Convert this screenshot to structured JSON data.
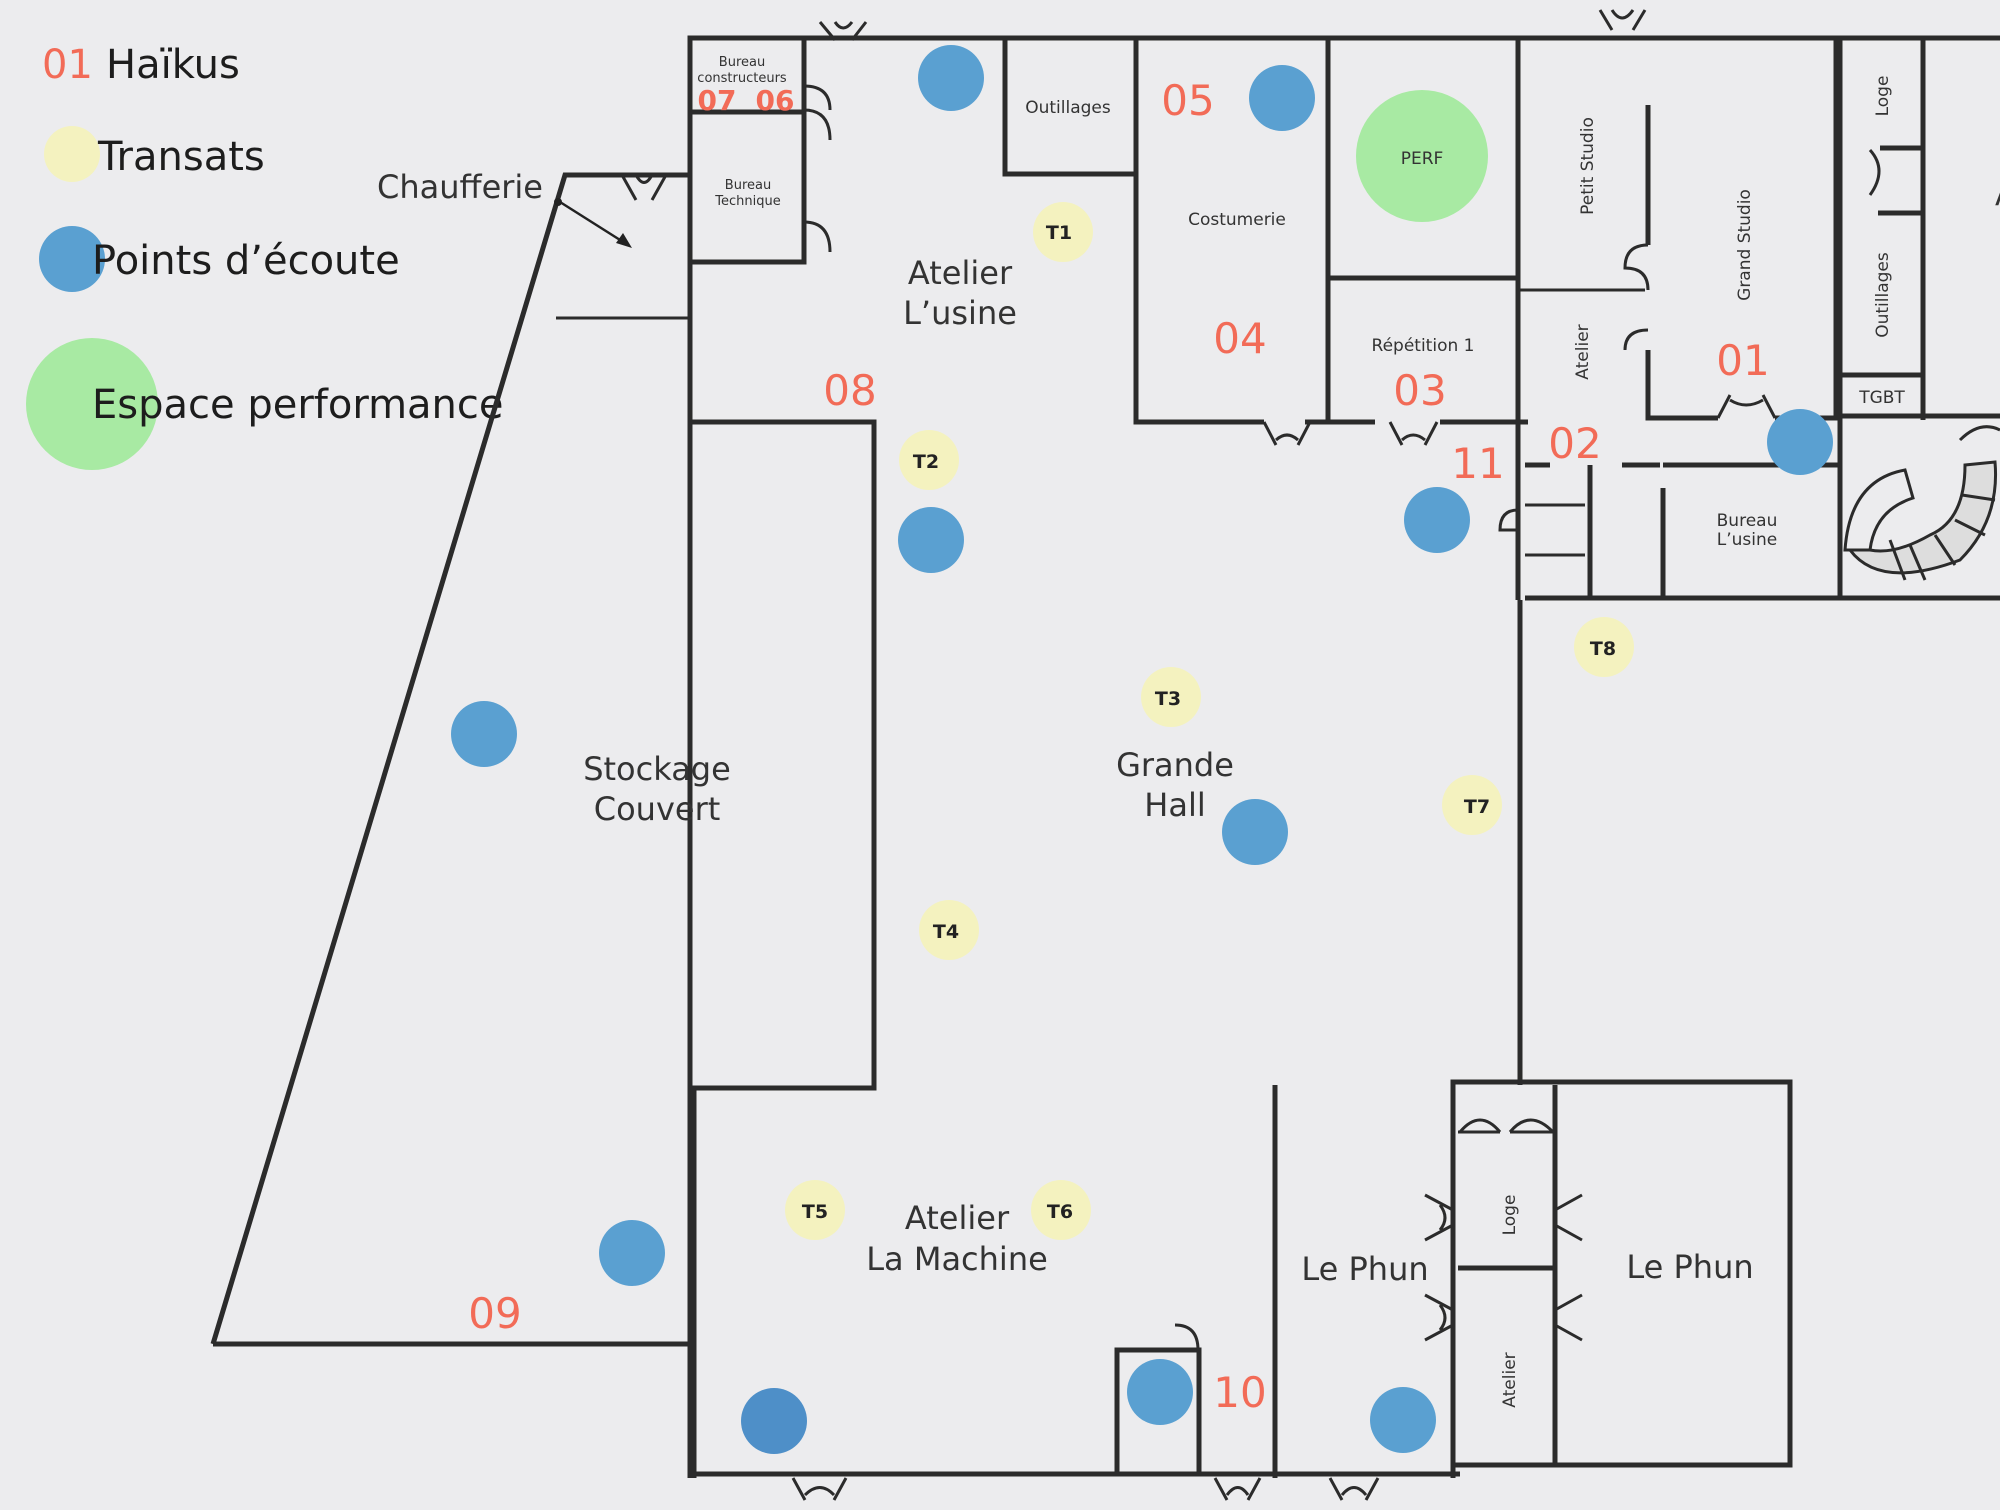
{
  "legend": {
    "haiku_num": "01",
    "haiku_label": "Haïkus",
    "transats_label": "Transats",
    "ecoute_label": "Points d’écoute",
    "perf_label": "Espace performance"
  },
  "colors": {
    "haiku": "#f26b57",
    "transat": "#f4f2bf",
    "ecoute": "#5aa0d1",
    "perf": "#a8eaa3",
    "wall": "#2b2b2b",
    "paper": "#ececee"
  },
  "rooms": {
    "bureau_constructeurs_1": "Bureau",
    "bureau_constructeurs_2": "constructeurs",
    "bureau_technique_1": "Bureau",
    "bureau_technique_2": "Technique",
    "chaufferie": "Chaufferie",
    "outillages_top": "Outillages",
    "costumerie": "Costumerie",
    "perf": "PERF",
    "repetition": "Répétition 1",
    "petit_studio": "Petit Studio",
    "grand_studio": "Grand Studio",
    "atelier_small": "Atelier",
    "loge_top": "Loge",
    "outillages_right": "Outillages",
    "tgbt": "TGBT",
    "bureau_usine_1": "Bureau",
    "bureau_usine_2": "L’usine",
    "atelier_usine_1": "Atelier",
    "atelier_usine_2": "L’usine",
    "stockage_1": "Stockage",
    "stockage_2": "Couvert",
    "grande_hall_1": "Grande",
    "grande_hall_2": "Hall",
    "atelier_machine_1": "Atelier",
    "atelier_machine_2": "La Machine",
    "le_phun_left": "Le Phun",
    "le_phun_right": "Le Phun",
    "loge_bottom": "Loge",
    "atelier_bottom": "Atelier",
    "cut_letter": "A"
  },
  "haikus": [
    "01",
    "02",
    "03",
    "04",
    "05",
    "06",
    "07",
    "08",
    "09",
    "10",
    "11"
  ],
  "transats": [
    "T1",
    "T2",
    "T3",
    "T4",
    "T5",
    "T6",
    "T7",
    "T8"
  ]
}
